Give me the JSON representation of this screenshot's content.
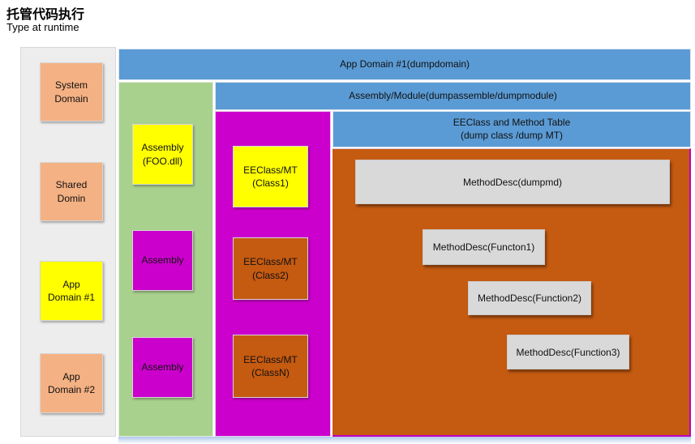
{
  "title": "托管代码执行",
  "subtitle": "Type at runtime",
  "colors": {
    "header_blue": "#5B9BD5",
    "column_green": "#A9D18E",
    "column_magenta": "#CC00CC",
    "area_orange": "#C55A11",
    "box_peach": "#F4B183",
    "box_yellow": "#FFFF00",
    "box_gray": "#D9D9D9",
    "panel_gray": "#EDEDED"
  },
  "headers": {
    "app_domain": "App Domain #1(dumpdomain)",
    "assembly_module": "Assembly/Module(dumpassemble/dumpmodule)",
    "eeclass_line1": "EEClass and Method Table",
    "eeclass_line2": "(dump class /dump MT)"
  },
  "domain_boxes": [
    {
      "line1": "System",
      "line2": "Domain"
    },
    {
      "line1": "Shared",
      "line2": "Domin"
    },
    {
      "line1": "App",
      "line2": "Domain #1"
    },
    {
      "line1": "App",
      "line2": "Domain #2"
    }
  ],
  "assembly_boxes": [
    {
      "line1": "Assembly",
      "line2": "(FOO.dll)"
    },
    {
      "line1": "Assembly",
      "line2": ""
    },
    {
      "line1": "Assembly",
      "line2": ""
    }
  ],
  "eeclass_boxes": [
    {
      "line1": "EEClass/MT",
      "line2": "(Class1)"
    },
    {
      "line1": "EEClass/MT",
      "line2": "(Class2)"
    },
    {
      "line1": "EEClass/MT",
      "line2": "(ClassN)"
    }
  ],
  "methoddesc_boxes": [
    {
      "label": "MethodDesc(dumpmd)"
    },
    {
      "label": "MethodDesc(Functon1)"
    },
    {
      "label": "MethodDesc(Function2)"
    },
    {
      "label": "MethodDesc(Function3)"
    }
  ]
}
